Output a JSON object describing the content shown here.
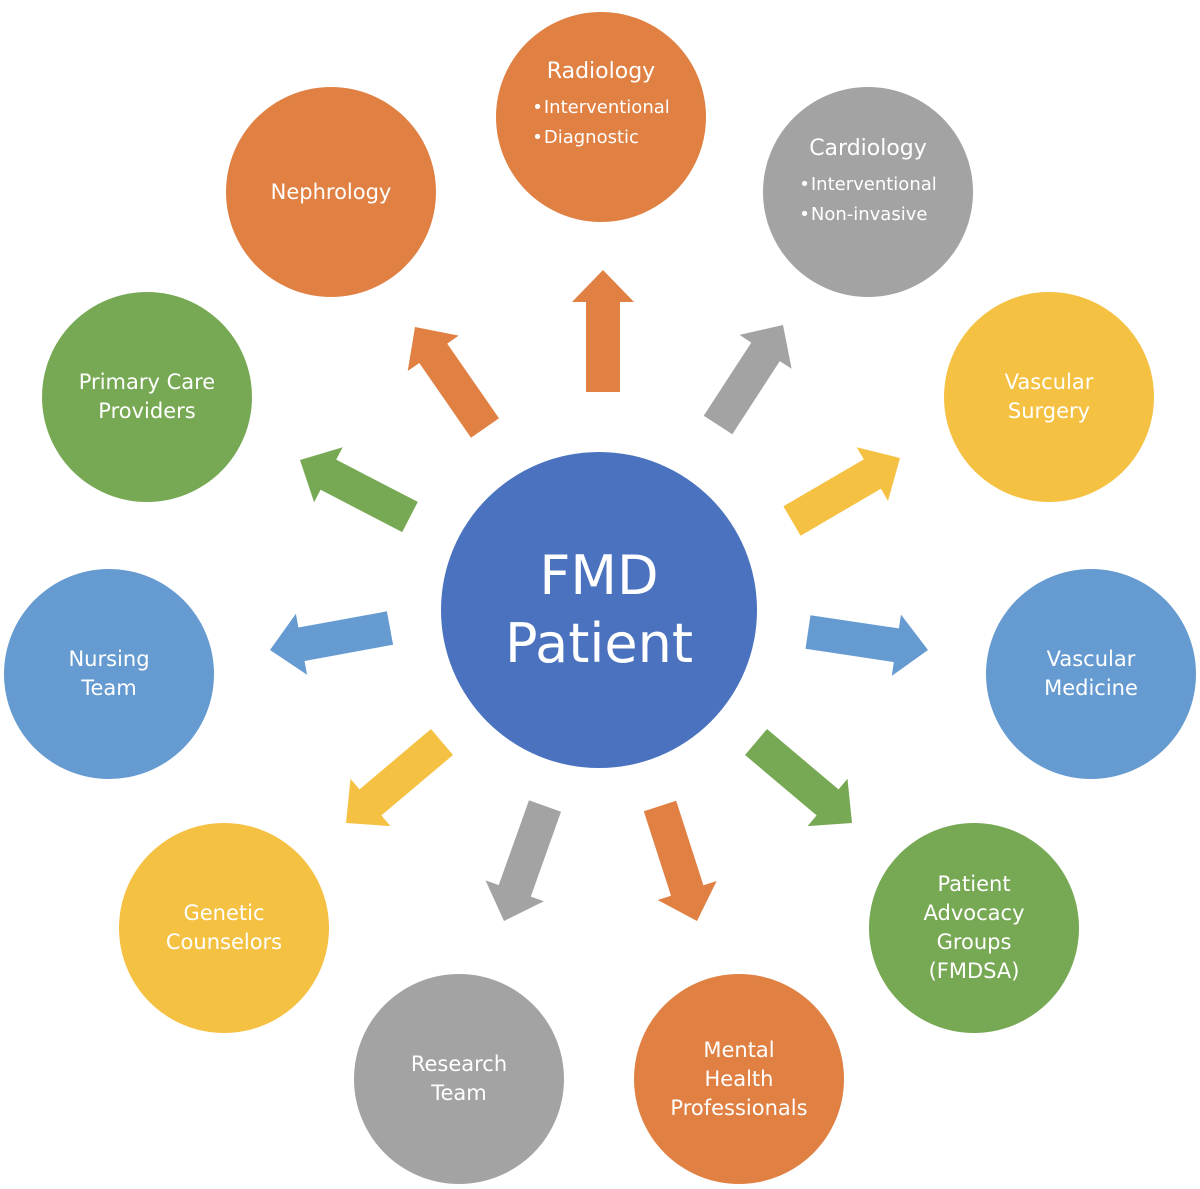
{
  "center": {
    "label": "FMD\nPatient",
    "color": "#4A72BE"
  },
  "nodes": [
    {
      "id": "radiology",
      "title": "Radiology",
      "items": [
        "Interventional",
        "Diagnostic"
      ],
      "color": "#E08143"
    },
    {
      "id": "cardiology",
      "title": "Cardiology",
      "items": [
        "Interventional",
        "Non-invasive"
      ],
      "color": "#A3A3A3"
    },
    {
      "id": "vascular-surgery",
      "label": "Vascular\nSurgery",
      "color": "#F5C143"
    },
    {
      "id": "vascular-medicine",
      "label": "Vascular\nMedicine",
      "color": "#669BD2"
    },
    {
      "id": "patient-advocacy",
      "label": "Patient\nAdvocacy\nGroups\n(FMDSA)",
      "color": "#77A955"
    },
    {
      "id": "mental-health",
      "label": "Mental\nHealth\nProfessionals",
      "color": "#E08143"
    },
    {
      "id": "research-team",
      "label": "Research\nTeam",
      "color": "#A3A3A3"
    },
    {
      "id": "genetic-counselors",
      "label": "Genetic\nCounselors",
      "color": "#F5C143"
    },
    {
      "id": "nursing-team",
      "label": "Nursing\nTeam",
      "color": "#669BD2"
    },
    {
      "id": "primary-care",
      "label": "Primary Care\nProviders",
      "color": "#77A955"
    },
    {
      "id": "nephrology",
      "label": "Nephrology",
      "color": "#E08143"
    }
  ]
}
